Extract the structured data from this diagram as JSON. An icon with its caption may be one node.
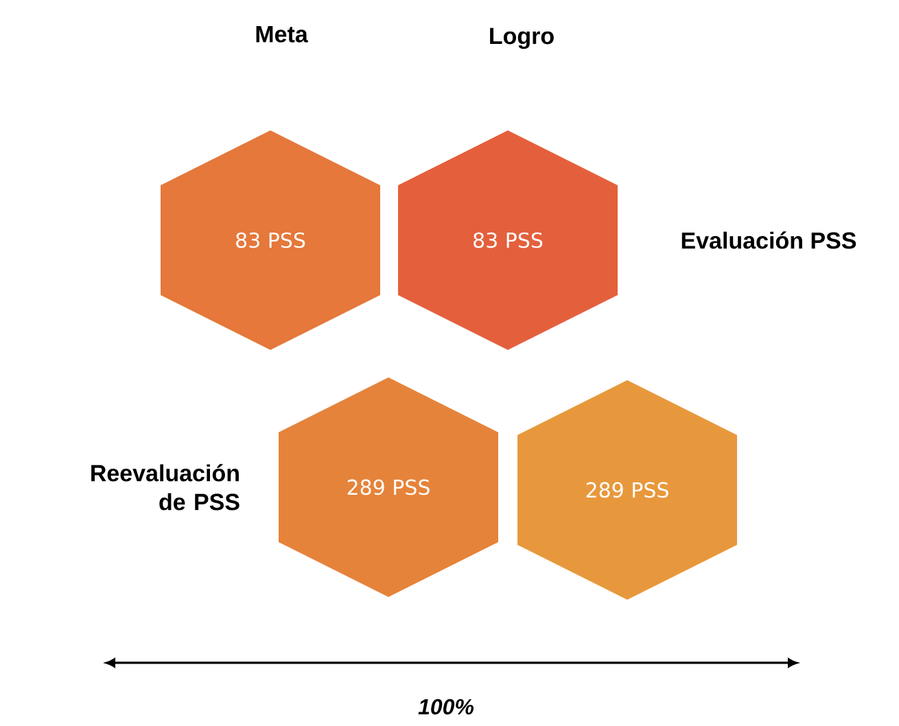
{
  "diagram": {
    "nodes": [
      {
        "text": [
          "83 PSS"
        ]
      },
      {
        "text": [
          "83 PSS"
        ]
      },
      {
        "text": [
          "289 PSS"
        ]
      },
      {
        "text": [
          "289 PSS"
        ]
      }
    ],
    "labels": [
      "Meta",
      "Logro",
      "Evaluación PSS",
      "Reevaluación de PSS",
      "100%"
    ]
  }
}
